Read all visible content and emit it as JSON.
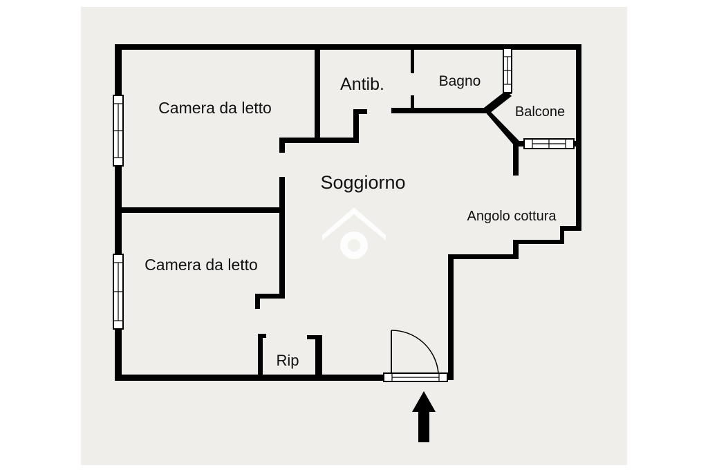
{
  "rooms": {
    "camera_1": "Camera da letto",
    "camera_2": "Camera da letto",
    "antib": "Antib.",
    "bagno": "Bagno",
    "balcone": "Balcone",
    "soggiorno": "Soggiorno",
    "angolo_cottura": "Angolo cottura",
    "rip": "Rip"
  },
  "colors": {
    "paper": "#efeeeb",
    "wall": "#000000",
    "window_fill": "#ffffff",
    "watermark": "#ffffff"
  },
  "icons": {
    "entrance": "entrance-arrow-icon",
    "door": "door-swing-icon",
    "watermark": "watermark-logo-icon"
  }
}
